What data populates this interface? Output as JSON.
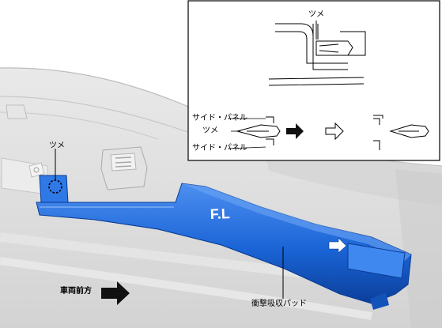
{
  "labels": {
    "tsume_main": "ツメ",
    "front_direction": "車両前方",
    "pad_name": "衝撃吸収パッド",
    "pad_marking": "F.L",
    "inset_tsume_top": "ツメ",
    "inset_side_panel_upper": "サイド・パネル",
    "inset_tsume_mid": "ツメ",
    "inset_side_panel_lower": "サイド・パネル"
  },
  "colors": {
    "pad_blue": "#1a64d6",
    "pad_highlight": "#4d8ff0",
    "pad_shadow": "#0b3f9a",
    "body_gray": "#dcdcdc",
    "line_gray": "#9a9a9a"
  }
}
